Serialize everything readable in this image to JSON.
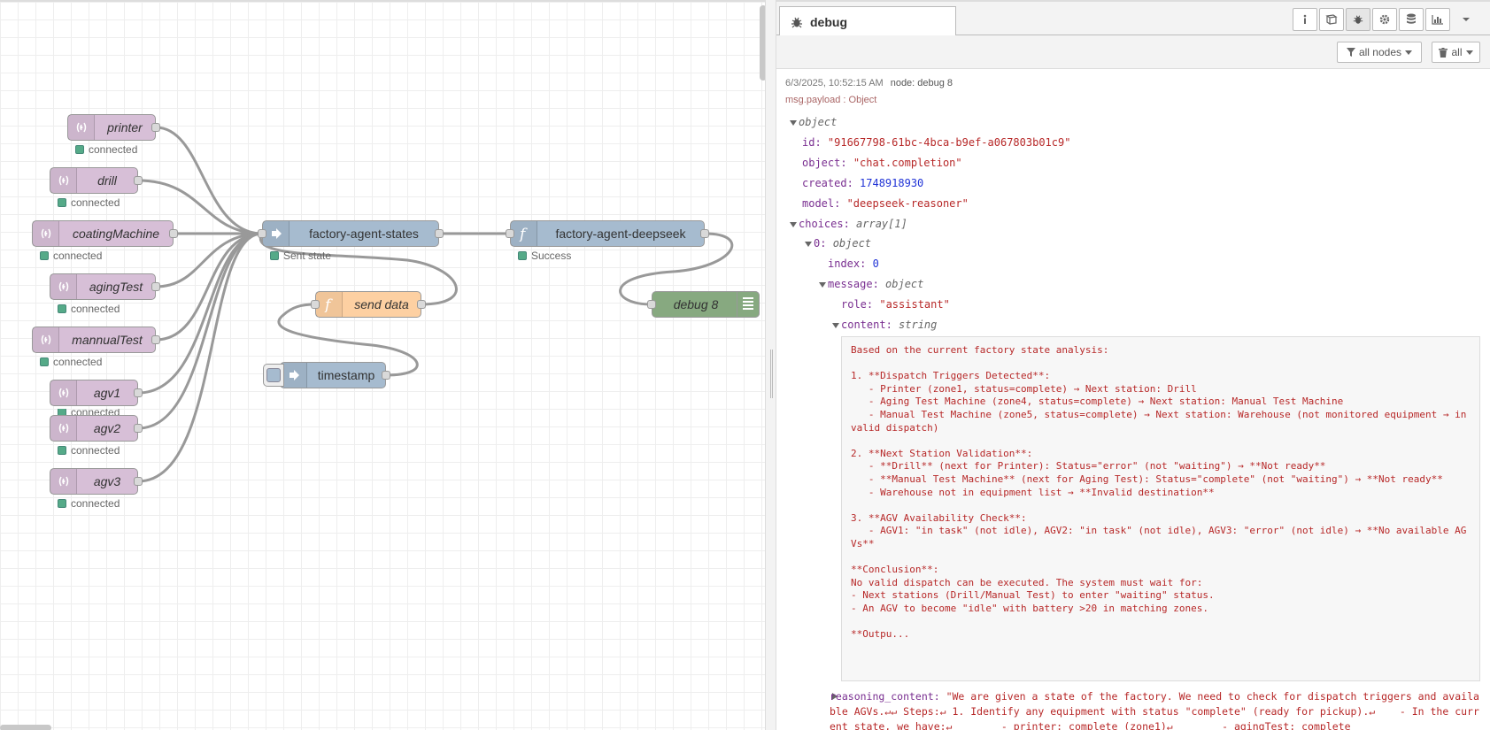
{
  "flow": {
    "nodes": [
      {
        "id": "printer",
        "label": "printer",
        "status": "connected"
      },
      {
        "id": "drill",
        "label": "drill",
        "status": "connected"
      },
      {
        "id": "coatingMachine",
        "label": "coatingMachine",
        "status": "connected"
      },
      {
        "id": "agingTest",
        "label": "agingTest",
        "status": "connected"
      },
      {
        "id": "mannualTest",
        "label": "mannualTest",
        "status": "connected"
      },
      {
        "id": "agv1",
        "label": "agv1",
        "status": "connected"
      },
      {
        "id": "agv2",
        "label": "agv2",
        "status": "connected"
      },
      {
        "id": "agv3",
        "label": "agv3",
        "status": "connected"
      },
      {
        "id": "factory-agent-states",
        "label": "factory-agent-states",
        "status": "Sent state"
      },
      {
        "id": "factory-agent-deepseek",
        "label": "factory-agent-deepseek",
        "status": "Success"
      },
      {
        "id": "debug8",
        "label": "debug 8"
      },
      {
        "id": "send-data",
        "label": "send data"
      },
      {
        "id": "timestamp",
        "label": "timestamp"
      }
    ]
  },
  "sidebar": {
    "tab_title": "debug",
    "filter_label": "all nodes",
    "clear_label": "all"
  },
  "message": {
    "timestamp": "6/3/2025, 10:52:15 AM",
    "node": "node: debug 8",
    "topic": "msg.payload : Object",
    "root_type": "object",
    "id_key": "id",
    "id_value": "\"91667798-61bc-4bca-b9ef-a067803b01c9\"",
    "object_key": "object",
    "object_value": "\"chat.completion\"",
    "created_key": "created",
    "created_value": "1748918930",
    "model_key": "model",
    "model_value": "\"deepseek-reasoner\"",
    "choices_key": "choices",
    "choices_type": "array[1]",
    "item0_key": "0",
    "item0_type": "object",
    "index_key": "index",
    "index_value": "0",
    "message_key": "message",
    "message_type": "object",
    "role_key": "role",
    "role_value": "\"assistant\"",
    "content_key": "content",
    "content_type": "string",
    "content_text": "Based on the current factory state analysis:\n\n1. **Dispatch Triggers Detected**:\n   - Printer (zone1, status=complete) → Next station: Drill\n   - Aging Test Machine (zone4, status=complete) → Next station: Manual Test Machine\n   - Manual Test Machine (zone5, status=complete) → Next station: Warehouse (not monitored equipment → invalid dispatch)\n\n2. **Next Station Validation**:\n   - **Drill** (next for Printer): Status=\"error\" (not \"waiting\") → **Not ready**\n   - **Manual Test Machine** (next for Aging Test): Status=\"complete\" (not \"waiting\") → **Not ready**\n   - Warehouse not in equipment list → **Invalid destination**\n\n3. **AGV Availability Check**:\n   - AGV1: \"in task\" (not idle), AGV2: \"in task\" (not idle), AGV3: \"error\" (not idle) → **No available AGVs**\n\n**Conclusion**:\nNo valid dispatch can be executed. The system must wait for:\n- Next stations (Drill/Manual Test) to enter \"waiting\" status.\n- An AGV to become \"idle\" with battery >20 in matching zones.\n\n**Outpu...",
    "reasoning_key": "reasoning_content",
    "reasoning_value": "\"We are given a state of the factory. We need to check for dispatch triggers and available AGVs.↵↵ Steps:↵ 1. Identify any equipment with status \"complete\" (ready for pickup).↵    - In the current state, we have:↵        - printer: complete (zone1)↵        - agingTest: complete"
  }
}
